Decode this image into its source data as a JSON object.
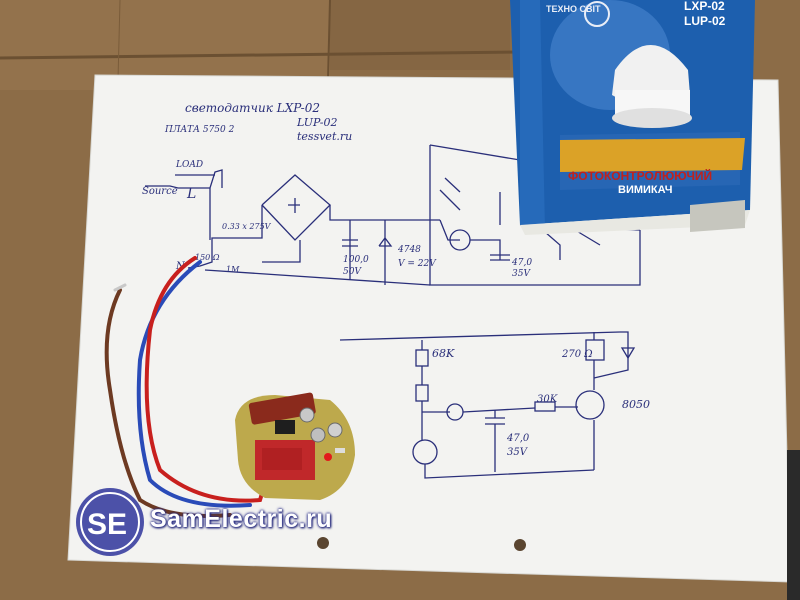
{
  "box": {
    "model_1": "LXP-02",
    "model_2": "LUP-02",
    "brand": "ТЕХНО СВІТ",
    "caption_1": "ФОТОКОНТРОЛЮЮЧИЙ",
    "caption_2": "ВИМИКАЧ"
  },
  "schematic_top": {
    "note_title": "светодатчик LXP-02",
    "note_model": "LUP-02",
    "note_site": "tessvet.ru",
    "note_left": "ПЛАТА 5750 2",
    "load": "LOAD",
    "source": "Source",
    "line_label": "L",
    "neutral_label": "N",
    "r_series": "150 Ω",
    "c_series": "0.33 x 275V",
    "r_parallel": "1M",
    "cap_main": "100,0",
    "cap_voltage": "50V",
    "zener": "4748",
    "zener_v": "V = 22V",
    "cap_second": "47,0",
    "cap_second_v": "35V"
  },
  "schematic_bottom": {
    "r_top": "68K",
    "r_relay": "270 Ω",
    "r_base": "30K",
    "transistor": "8050",
    "cap": "47,0",
    "cap_v": "35V"
  },
  "watermark": {
    "logo": "SE",
    "text": "SamElectric.ru"
  },
  "colors": {
    "cardboard": "#8a6a44",
    "paper": "#f4f4f2",
    "ink": "#2a2f7a",
    "box_blue": "#1a63b8",
    "pcb": "#b9a64a",
    "relay_red": "#c0282a",
    "wire_red": "#c8201e",
    "wire_blue": "#2a4bb8",
    "wire_brown": "#6d3a22"
  }
}
